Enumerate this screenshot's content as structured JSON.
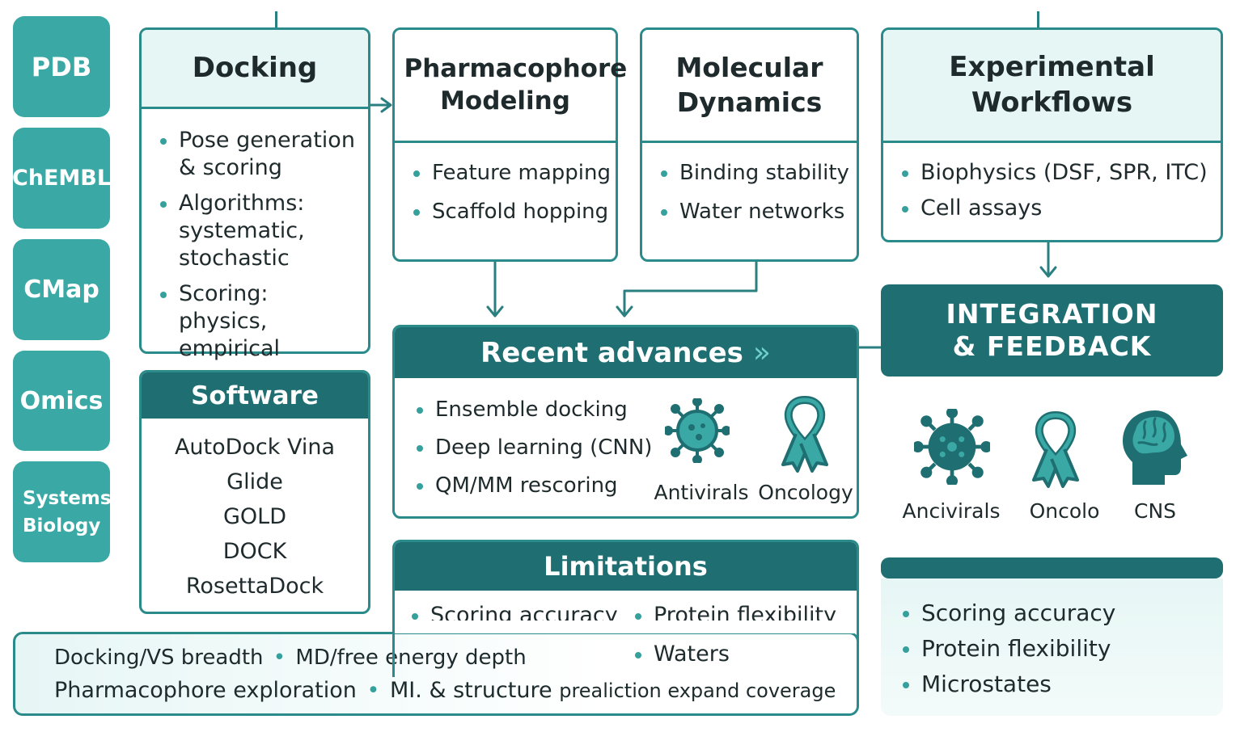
{
  "databases": [
    "PDB",
    "ChEMBL",
    "CMap",
    "Omics",
    "Systems Biology"
  ],
  "docking": {
    "title": "Docking",
    "bullets": [
      "Pose generation & scoring",
      "Algorithms: systematic, stochastic",
      "Scoring: physics, empirical"
    ]
  },
  "pharmacophore": {
    "title": "Pharmacophore Modeling",
    "bullets": [
      "Feature mapping",
      "Scaffold hopping"
    ]
  },
  "md": {
    "title": "Molecular Dynamics",
    "bullets": [
      "Binding stability",
      "Water networks"
    ]
  },
  "experimental": {
    "title": "Experimental Workflows",
    "bullets": [
      "Biophysics (DSF, SPR, ITC)",
      "Cell assays"
    ]
  },
  "software": {
    "title": "Software",
    "items": [
      "AutoDock Vina",
      "Glide",
      "GOLD",
      "DOCK",
      "RosettaDock"
    ]
  },
  "recent": {
    "title": "Recent advances",
    "arrow_glyph": "»",
    "bullets": [
      "Ensemble docking",
      "Deep learning (CNN)",
      "QM/MM rescoring"
    ],
    "icons": [
      {
        "icon": "virus-icon",
        "label": "Antivirals"
      },
      {
        "icon": "ribbon-icon",
        "label": "Oncology"
      }
    ]
  },
  "integration": {
    "title": "INTEGRATION & FEEDBACK",
    "icons": [
      {
        "icon": "virus-icon",
        "label": "Ancivirals"
      },
      {
        "icon": "ribbon-icon",
        "label": "Oncolo"
      },
      {
        "icon": "brain-head-icon",
        "label": "CNS"
      }
    ]
  },
  "limitations": {
    "title": "Limitations",
    "col1": [
      "Scoring accuracy"
    ],
    "col2": [
      "Protein flexibility",
      "Waters"
    ]
  },
  "summary": {
    "line1a": "Docking/VS breadth",
    "line1b": "MD/free energy depth",
    "line2a": "Pharmacophore exploration",
    "line2b": "MI. & structure",
    "line2c": "prealiction expand coverage",
    "sep": "•"
  },
  "right_limitations": {
    "bullets": [
      "Scoring accuracy",
      "Protein flexibility",
      "Microstates"
    ]
  },
  "colors": {
    "teal_tile": "#3aa9a5",
    "dark_teal": "#1f6f72",
    "border_teal": "#2a8b8a",
    "light_mint": "#e6f6f5"
  }
}
